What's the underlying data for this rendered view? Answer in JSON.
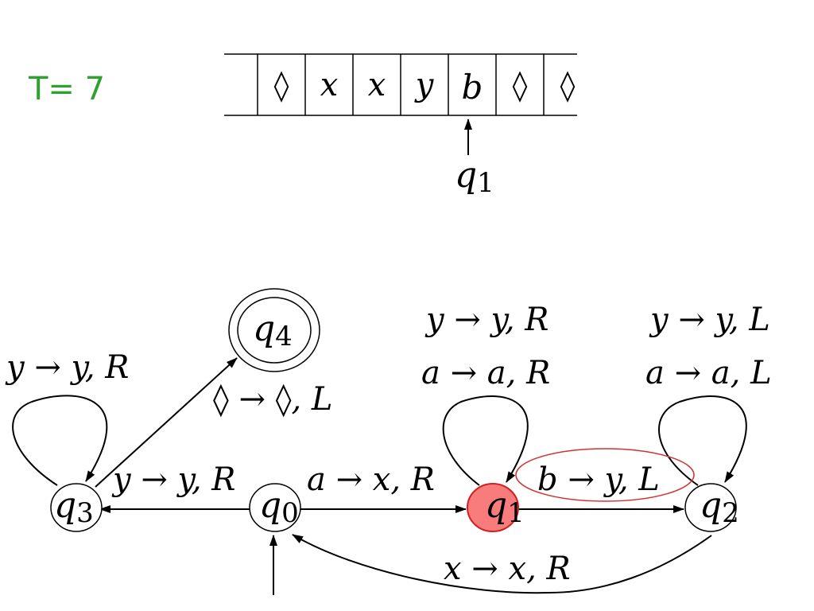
{
  "time_label": "T= 7",
  "tape": {
    "cells": [
      "",
      "◊",
      "x",
      "x",
      "y",
      "b",
      "◊",
      "◊"
    ],
    "head_state": {
      "letter": "q",
      "sub": "1"
    }
  },
  "states": {
    "q0": {
      "letter": "q",
      "sub": "0"
    },
    "q1": {
      "letter": "q",
      "sub": "1"
    },
    "q2": {
      "letter": "q",
      "sub": "2"
    },
    "q3": {
      "letter": "q",
      "sub": "3"
    },
    "q4": {
      "letter": "q",
      "sub": "4"
    }
  },
  "transitions": {
    "q3_loop": "y → y, R",
    "q3_q4": "◊ → ◊, L",
    "q0_q3": "y → y, R",
    "q0_q1": "a → x, R",
    "q1_loop_1": "y → y, R",
    "q1_loop_2": "a → a, R",
    "q1_q2": "b → y, L",
    "q2_loop_1": "y → y, L",
    "q2_loop_2": "a → a, L",
    "q2_q0": "x → x, R"
  },
  "colors": {
    "time_label": "#2ea12e",
    "active_state_fill": "#f87c7c",
    "active_state_stroke": "#d11f1f",
    "highlight": "#d33030",
    "ink": "#000000"
  }
}
